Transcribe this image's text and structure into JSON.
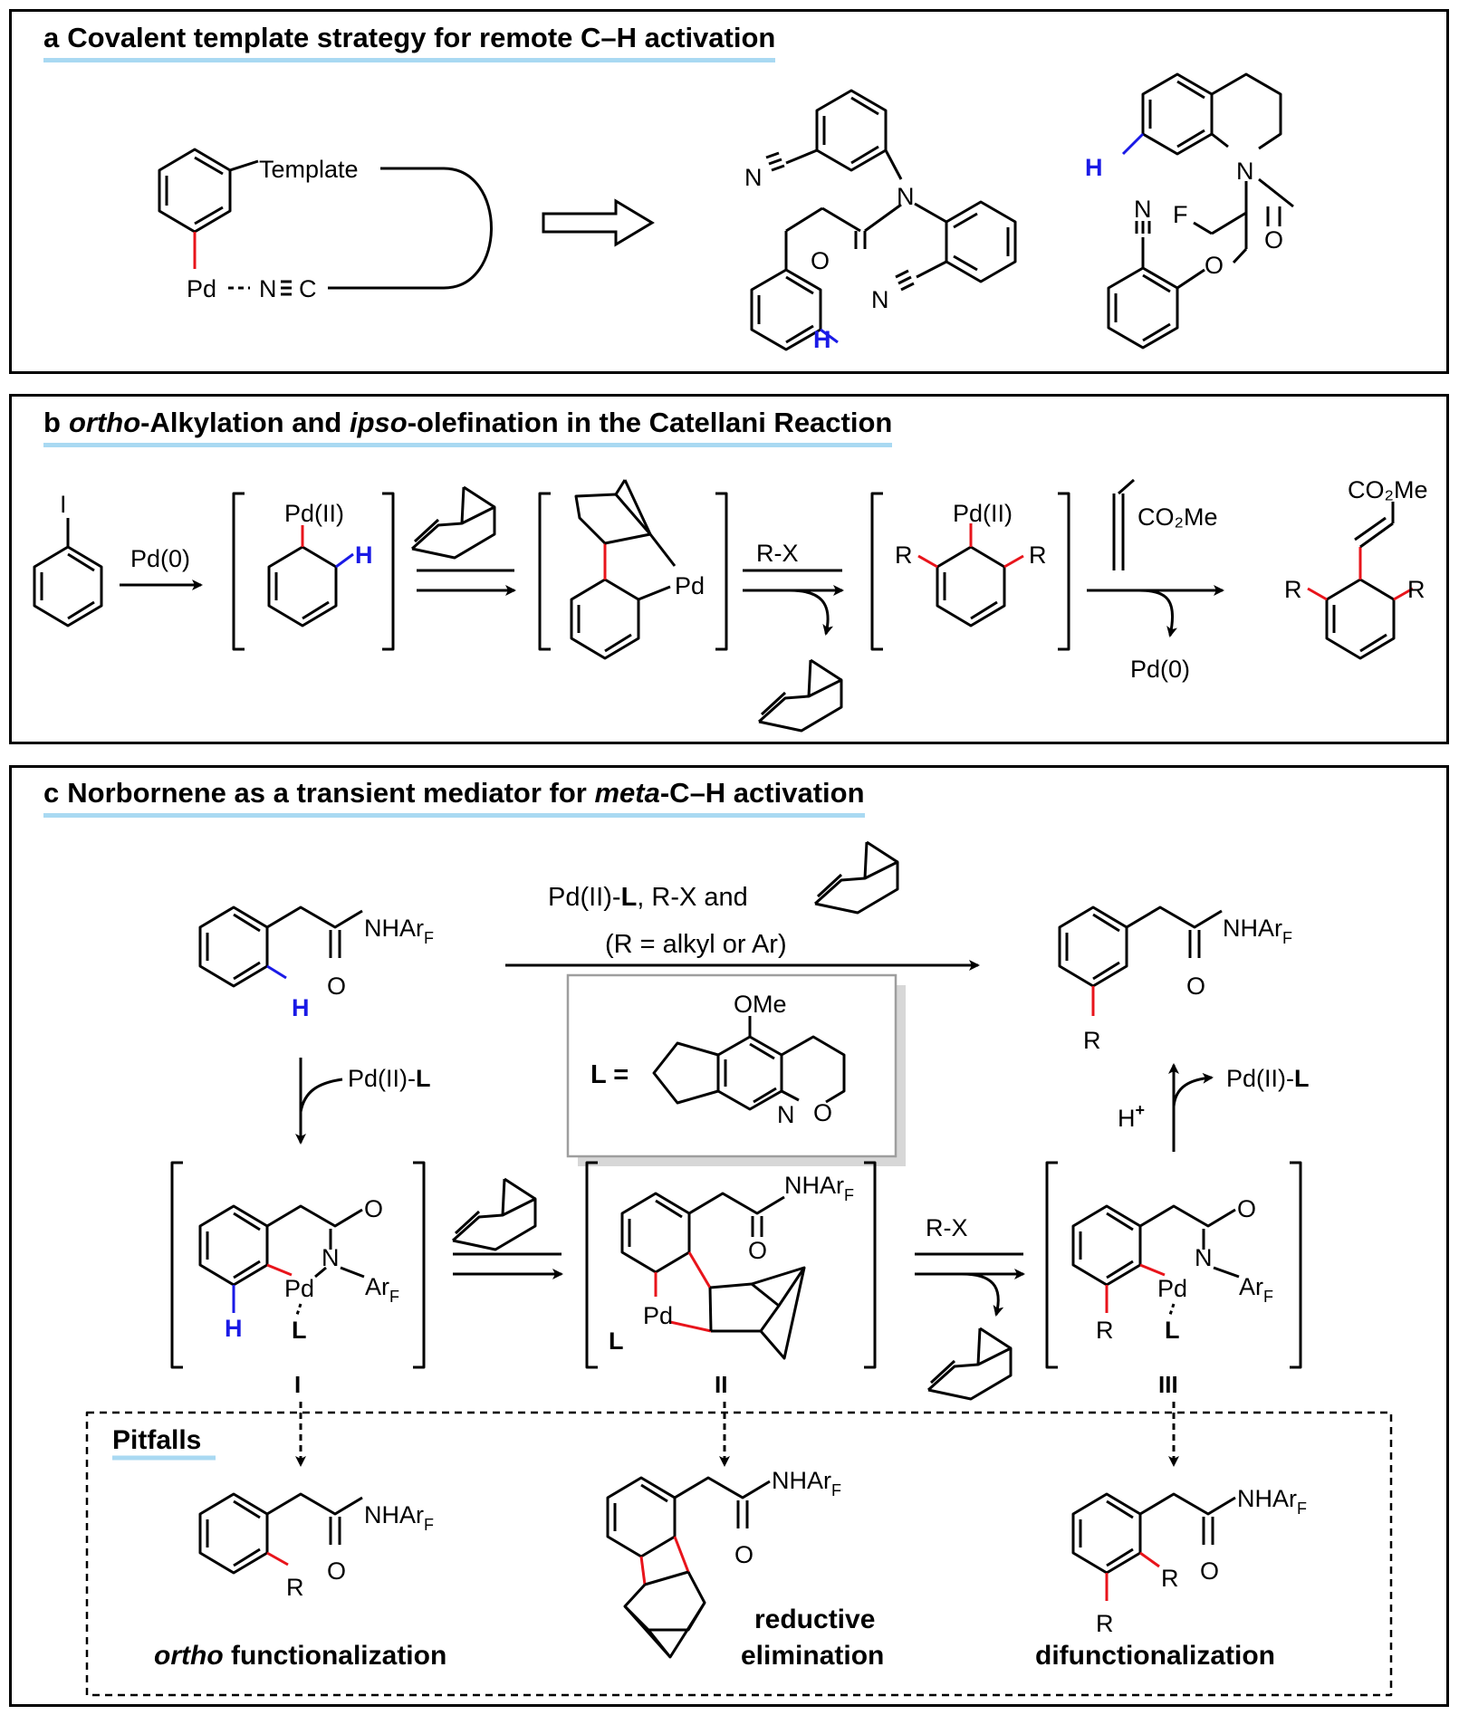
{
  "panel_a": {
    "letter": "a",
    "title": "Covalent template strategy for remote C–H activation",
    "template_label": "Template",
    "pd": "Pd",
    "n": "N",
    "c": "C",
    "h": "H",
    "f": "F",
    "o": "O"
  },
  "panel_b": {
    "letter": "b",
    "title_1": "ortho",
    "title_2": "-Alkylation and ",
    "title_3": "ipso",
    "title_4": "-olefination in the Catellani Reaction",
    "i": "I",
    "pd0": "Pd(0)",
    "pd2": "Pd(II)",
    "h": "H",
    "pd": "Pd",
    "rx": "R-X",
    "r": "R",
    "co2me": "CO₂Me",
    "pd0_out": "Pd(0)"
  },
  "panel_c": {
    "letter": "c",
    "title_1": "Norbornene as a transient mediator for ",
    "title_2": "meta",
    "title_3": "-C–H activation",
    "reagents_line1_a": "Pd(II)-",
    "reagents_line1_b": "L",
    "reagents_line1_c": ", R-X and",
    "reagents_line2": "(R = alkyl or Ar)",
    "nhar": "NHAr",
    "sub_f": "F",
    "o": "O",
    "h": "H",
    "r": "R",
    "l_eq": "L =",
    "ome": "OMe",
    "n": "N",
    "pd": "Pd",
    "l": "L",
    "ar": "Ar",
    "pd2l_a": "Pd(II)-",
    "pd2l_b": "L",
    "hplus": "H",
    "plus": "+",
    "rx": "R-X",
    "label_I": "I",
    "label_II": "II",
    "label_III": "III",
    "pitfalls": "Pitfalls",
    "pit1_a": "ortho",
    "pit1_b": " functionalization",
    "pit2_a": "reductive",
    "pit2_b": "elimination",
    "pit3": "difunctionalization"
  },
  "colors": {
    "bond": "#000000",
    "new_bond": "#e8141b",
    "hydrogen": "#1a1ae6",
    "underline": "#a9d9f2",
    "ligand_box": "#9e9e9e"
  }
}
